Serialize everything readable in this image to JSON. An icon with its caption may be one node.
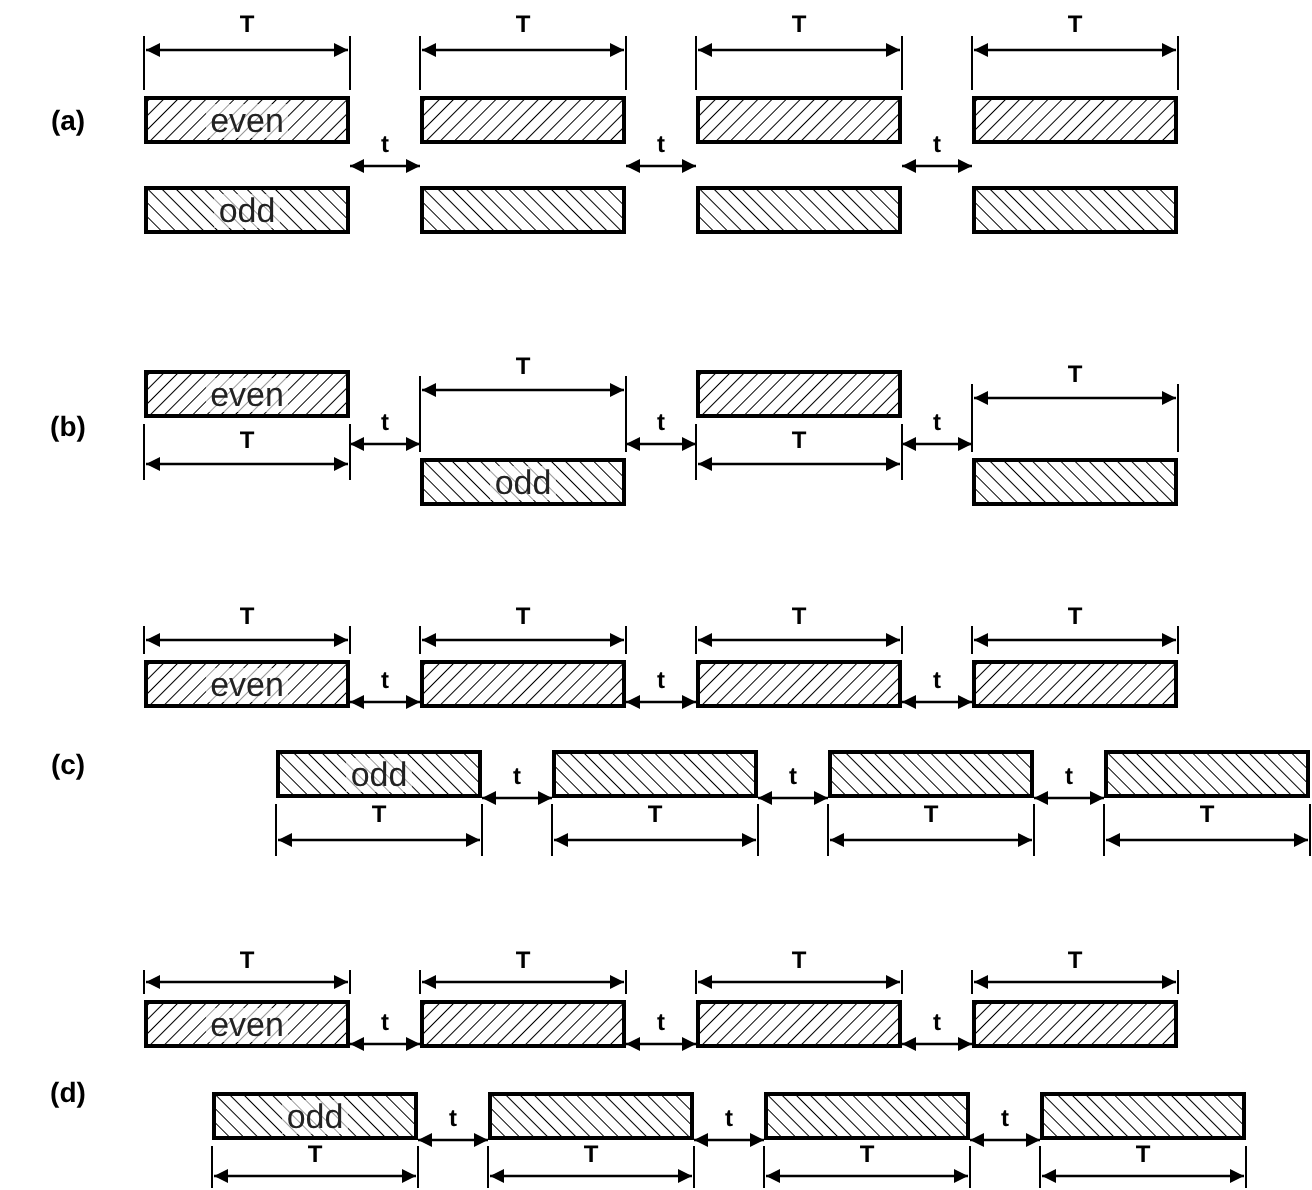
{
  "diagram": {
    "nodes": [
      {
        "text": [
          "even"
        ]
      },
      {
        "text": [],
        "shape": "bar"
      },
      {
        "text": [],
        "shape": "bar"
      },
      {
        "text": [],
        "shape": "bar"
      },
      {
        "text": [
          "odd"
        ]
      },
      {
        "text": [],
        "shape": "bar"
      },
      {
        "text": [],
        "shape": "bar"
      },
      {
        "text": [],
        "shape": "bar"
      },
      {
        "text": [
          "even"
        ]
      },
      {
        "text": [
          "odd"
        ]
      },
      {
        "text": [],
        "shape": "bar"
      },
      {
        "text": [],
        "shape": "bar"
      },
      {
        "text": [
          "even"
        ]
      },
      {
        "text": [],
        "shape": "bar"
      },
      {
        "text": [],
        "shape": "bar"
      },
      {
        "text": [],
        "shape": "bar"
      },
      {
        "text": [
          "odd"
        ]
      },
      {
        "text": [],
        "shape": "bar"
      },
      {
        "text": [],
        "shape": "bar"
      },
      {
        "text": [],
        "shape": "bar"
      },
      {
        "text": [
          "even"
        ]
      },
      {
        "text": [],
        "shape": "bar"
      },
      {
        "text": [],
        "shape": "bar"
      },
      {
        "text": [],
        "shape": "bar"
      },
      {
        "text": [
          "odd"
        ]
      },
      {
        "text": [],
        "shape": "bar"
      },
      {
        "text": [],
        "shape": "bar"
      },
      {
        "text": [],
        "shape": "bar"
      }
    ],
    "edges": [
      {
        "from": 0,
        "to": 1,
        "arrow": "both",
        "label": "t"
      },
      {
        "from": 1,
        "to": 2,
        "arrow": "both",
        "label": "t"
      },
      {
        "from": 2,
        "to": 3,
        "arrow": "both",
        "label": "t"
      },
      {
        "from": 8,
        "to": 9,
        "arrow": "both",
        "label": "t"
      },
      {
        "from": 9,
        "to": 10,
        "arrow": "both",
        "label": "t"
      },
      {
        "from": 10,
        "to": 11,
        "arrow": "both",
        "label": "t"
      },
      {
        "from": 12,
        "to": 13,
        "arrow": "both",
        "label": "t"
      },
      {
        "from": 13,
        "to": 14,
        "arrow": "both",
        "label": "t"
      },
      {
        "from": 14,
        "to": 15,
        "arrow": "both",
        "label": "t"
      },
      {
        "from": 16,
        "to": 17,
        "arrow": "both",
        "label": "t"
      },
      {
        "from": 17,
        "to": 18,
        "arrow": "both",
        "label": "t"
      },
      {
        "from": 18,
        "to": 19,
        "arrow": "both",
        "label": "t"
      },
      {
        "from": 20,
        "to": 21,
        "arrow": "both",
        "label": "t"
      },
      {
        "from": 21,
        "to": 22,
        "arrow": "both",
        "label": "t"
      },
      {
        "from": 22,
        "to": 23,
        "arrow": "both",
        "label": "t"
      },
      {
        "from": 24,
        "to": 25,
        "arrow": "both",
        "label": "t"
      },
      {
        "from": 25,
        "to": 26,
        "arrow": "both",
        "label": "t"
      },
      {
        "from": 26,
        "to": 27,
        "arrow": "both",
        "label": "t"
      }
    ],
    "labels": [
      "(a)",
      "T",
      "T",
      "T",
      "T",
      "(b)",
      "T",
      "T",
      "T",
      "T",
      "(c)",
      "T",
      "T",
      "T",
      "T",
      "T",
      "T",
      "T",
      "T",
      "(d)",
      "T",
      "T",
      "T",
      "T",
      "T",
      "T",
      "T",
      "T"
    ]
  }
}
